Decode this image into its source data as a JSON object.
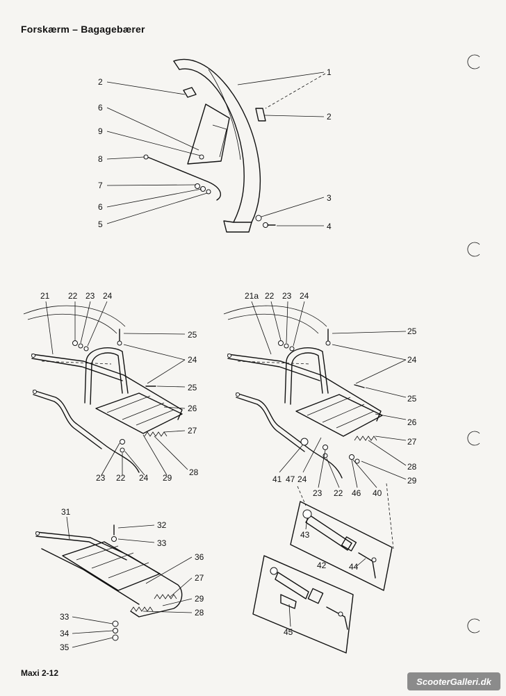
{
  "title": "Forskærm – Bagagebærer",
  "footer": "Maxi 2-12",
  "watermark": "ScooterGalleri.dk",
  "callouts": {
    "fender": [
      "1",
      "2",
      "2",
      "6",
      "9",
      "8",
      "7",
      "6",
      "5",
      "3",
      "4"
    ],
    "carrier_left": [
      "21",
      "22",
      "23",
      "24",
      "25",
      "24",
      "25",
      "26",
      "27",
      "28",
      "29",
      "24",
      "22",
      "23"
    ],
    "carrier_right": [
      "21a",
      "22",
      "23",
      "24",
      "25",
      "24",
      "25",
      "26",
      "27",
      "28",
      "29",
      "40",
      "46",
      "22",
      "23",
      "24",
      "47",
      "41"
    ],
    "carrier_bottom": [
      "31",
      "32",
      "33",
      "36",
      "27",
      "29",
      "28",
      "33",
      "34",
      "35"
    ],
    "lock_kits": [
      "43",
      "42",
      "44",
      "45"
    ]
  }
}
